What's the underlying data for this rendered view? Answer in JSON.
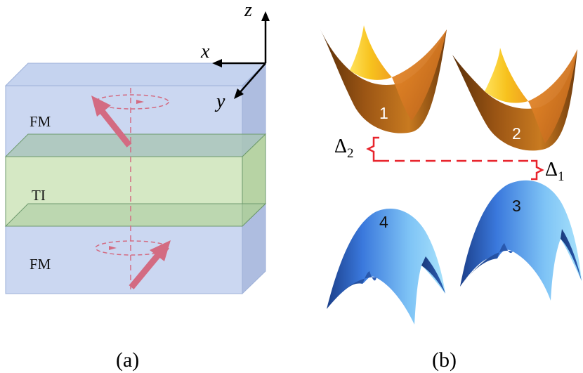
{
  "panel_a": {
    "axis_z": "z",
    "axis_x": "x",
    "axis_y": "y",
    "layer_top": "FM",
    "layer_middle": "TI",
    "layer_bottom": "FM",
    "caption": "(a)"
  },
  "panel_b": {
    "band_1": "1",
    "band_2": "2",
    "band_3": "3",
    "band_4": "4",
    "gap_1_symbol": "Δ",
    "gap_1_sub": "1",
    "gap_2_symbol": "Δ",
    "gap_2_sub": "2",
    "caption": "(b)"
  },
  "colors": {
    "fm_layer": "#c5d3ef",
    "ti_layer": "#d5e8c4",
    "spin_arrow": "#d36b82",
    "gap_marker": "#e8242c",
    "conduction_band": "#b86a15",
    "valence_band": "#4f95e6"
  }
}
